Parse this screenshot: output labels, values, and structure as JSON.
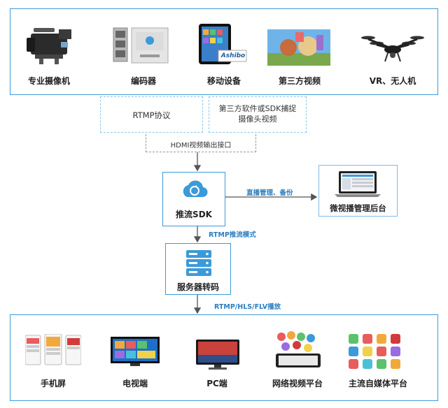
{
  "top_devices": [
    {
      "name": "professional-camera",
      "label": "专业摄像机"
    },
    {
      "name": "encoder",
      "label": "编码器"
    },
    {
      "name": "mobile-device",
      "label": "移动设备"
    },
    {
      "name": "third-party-video",
      "label": "第三方视频"
    },
    {
      "name": "vr-drone",
      "label": "VR、无人机"
    }
  ],
  "tablet_logo_text": "Ashibo",
  "rtmp_protocol": "RTMP协议",
  "third_party_sdk": "第三方软件或SDK捕捉摄像头视频",
  "hdmi_output": "HDMI视频输出接口",
  "push_sdk": "推流SDK",
  "live_manage_note": "直播管理、备份",
  "backend": "微视播管理后台",
  "rtmp_push_mode": "RTMP推流模式",
  "server_transcode": "服务器转码",
  "play_formats": "RTMP/HLS/FLV播放",
  "bottom_devices": [
    {
      "name": "mobile-screen",
      "label": "手机屏"
    },
    {
      "name": "tv-client",
      "label": "电视端"
    },
    {
      "name": "pc-client",
      "label": "PC端"
    },
    {
      "name": "online-video-platform",
      "label": "网络视频平台"
    },
    {
      "name": "self-media-platform",
      "label": "主流自媒体平台"
    }
  ],
  "colors": {
    "accent": "#3b9ad9",
    "arrow": "#555555"
  }
}
